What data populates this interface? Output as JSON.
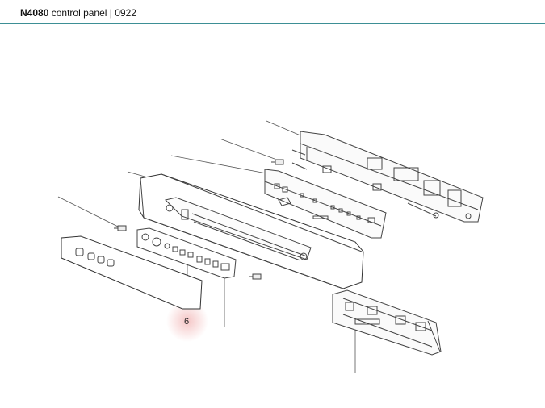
{
  "header": {
    "model": "N4080",
    "subtitle": "control panel | 0922",
    "accent_color": "#3d8f95"
  },
  "callouts": [
    {
      "id": "6",
      "label": "6",
      "highlight_color": "#e88080"
    }
  ]
}
